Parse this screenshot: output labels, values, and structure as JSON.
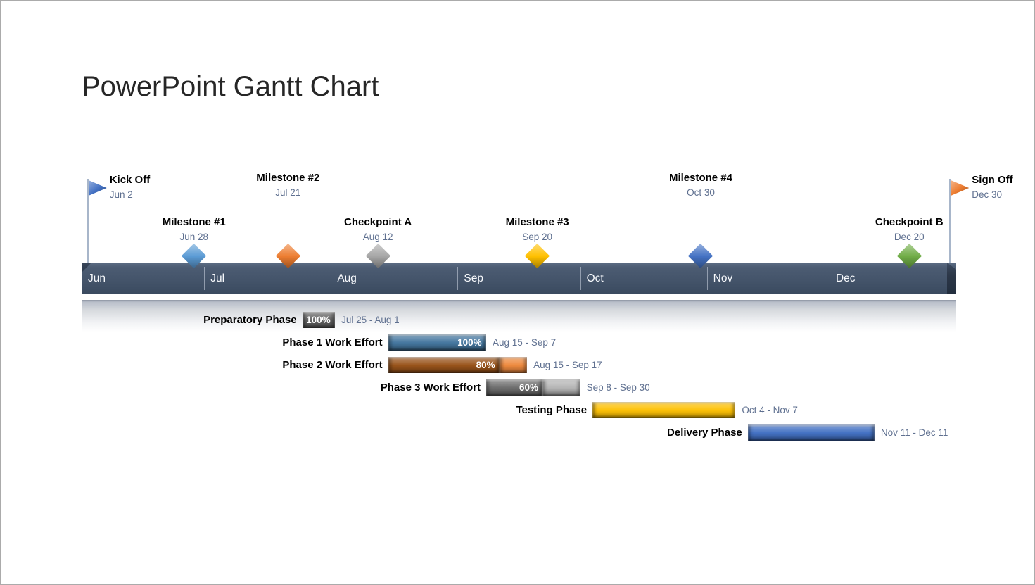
{
  "page": {
    "title": "PowerPoint Gantt Chart"
  },
  "palette": {
    "timeline_bar": "#44546a",
    "month_text": "#ffffff",
    "label_text": "#000000",
    "date_text": "#5f7090",
    "pole_line": "#a8b6ca"
  },
  "chart_data": {
    "type": "bar",
    "subtype": "gantt-timeline",
    "title": "PowerPoint Gantt Chart",
    "date_range": {
      "start": "Jun 1",
      "end": "Dec 31",
      "total_days": 214
    },
    "months": [
      "Jun",
      "Jul",
      "Aug",
      "Sep",
      "Oct",
      "Nov",
      "Dec"
    ],
    "month_day_offsets": {
      "Jun": 0,
      "Jul": 30,
      "Aug": 61,
      "Sep": 92,
      "Oct": 122,
      "Nov": 153,
      "Dec": 183
    },
    "milestones": [
      {
        "label": "Kick Off",
        "date": "Jun 2",
        "marker": "flag",
        "variant": "flag",
        "color": "#4472c4"
      },
      {
        "label": "Milestone #1",
        "date": "Jun 28",
        "marker": "diamond",
        "variant": "short",
        "color": "#5b9bd5"
      },
      {
        "label": "Milestone #2",
        "date": "Jul 21",
        "marker": "diamond",
        "variant": "tall",
        "color": "#ed7d31"
      },
      {
        "label": "Checkpoint A",
        "date": "Aug 12",
        "marker": "diamond",
        "variant": "short",
        "color": "#a6a6a6"
      },
      {
        "label": "Milestone #3",
        "date": "Sep 20",
        "marker": "diamond",
        "variant": "short",
        "color": "#ffc000"
      },
      {
        "label": "Milestone #4",
        "date": "Oct 30",
        "marker": "diamond",
        "variant": "tall",
        "color": "#4472c4"
      },
      {
        "label": "Checkpoint B",
        "date": "Dec 20",
        "marker": "diamond",
        "variant": "short",
        "color": "#70ad47"
      },
      {
        "label": "Sign Off",
        "date": "Dec 30",
        "marker": "flag",
        "variant": "flag",
        "color": "#ed7d31"
      }
    ],
    "tasks": [
      {
        "label": "Preparatory Phase",
        "start": "Jul 25",
        "end": "Aug 1",
        "progress": 1.0,
        "progress_label": "100%",
        "date_label": "Jul 25 - Aug 1",
        "fill_color": "#636363",
        "remainder_color": null
      },
      {
        "label": "Phase 1 Work Effort",
        "start": "Aug 15",
        "end": "Sep 7",
        "progress": 1.0,
        "progress_label": "100%",
        "date_label": "Aug 15 - Sep 7",
        "fill_color": "#45779f",
        "remainder_color": null
      },
      {
        "label": "Phase 2 Work Effort",
        "start": "Aug 15",
        "end": "Sep 17",
        "progress": 0.8,
        "progress_label": "80%",
        "date_label": "Aug 15 - Sep 17",
        "fill_color": "#99541b",
        "remainder_color": "#ee8a3f"
      },
      {
        "label": "Phase 3 Work Effort",
        "start": "Sep 8",
        "end": "Sep 30",
        "progress": 0.6,
        "progress_label": "60%",
        "date_label": "Sep 8 - Sep 30",
        "fill_color": "#6d6d6d",
        "remainder_color": "#b5b5b5"
      },
      {
        "label": "Testing Phase",
        "start": "Oct 4",
        "end": "Nov 7",
        "progress": 1.0,
        "progress_label": "",
        "date_label": "Oct 4 - Nov 7",
        "fill_color": "#fdc107",
        "remainder_color": null
      },
      {
        "label": "Delivery Phase",
        "start": "Nov 11",
        "end": "Dec 11",
        "progress": 1.0,
        "progress_label": "",
        "date_label": "Nov 11 - Dec 11",
        "fill_color": "#4472c4",
        "remainder_color": null
      }
    ]
  }
}
